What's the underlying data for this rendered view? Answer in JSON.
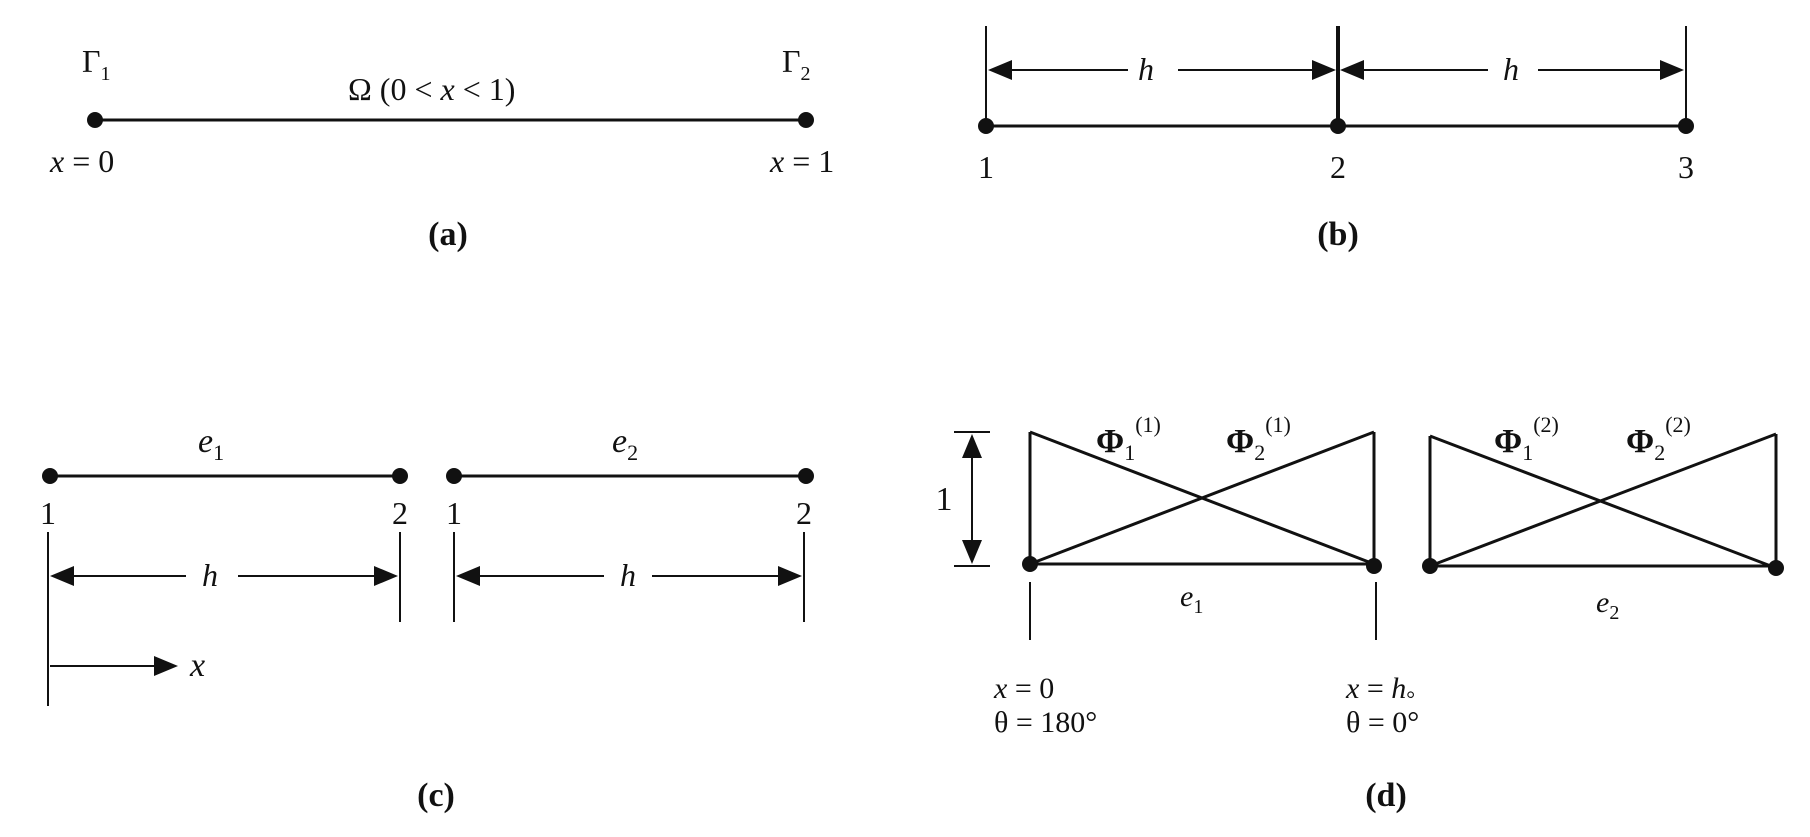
{
  "panel_a": {
    "domain_label": "Ω (0 < ",
    "domain_var": "x",
    "domain_tail": " < 1)",
    "left_boundary_symbol": "Γ",
    "left_boundary_sub": "1",
    "right_boundary_symbol": "Γ",
    "right_boundary_sub": "2",
    "left_coord_var": "x",
    "left_coord_value": " = 0",
    "right_coord_var": "x",
    "right_coord_value": " = 1",
    "caption": "(a)"
  },
  "panel_b": {
    "span_label_1": "h",
    "span_label_2": "h",
    "node_labels": [
      "1",
      "2",
      "3"
    ],
    "caption": "(b)"
  },
  "panel_c": {
    "element_1_symbol": "e",
    "element_1_sub": "1",
    "element_2_symbol": "e",
    "element_2_sub": "2",
    "element_1_node_labels": [
      "1",
      "2"
    ],
    "element_2_node_labels": [
      "1",
      "2"
    ],
    "span_label_1": "h",
    "span_label_2": "h",
    "axis_label": "x",
    "caption": "(c)"
  },
  "panel_d": {
    "height_label": "1",
    "element_1": {
      "phi_1_symbol": "Φ",
      "phi_1_sub": "1",
      "phi_1_sup": "(1)",
      "phi_2_symbol": "Φ",
      "phi_2_sub": "2",
      "phi_2_sup": "(1)",
      "label_symbol": "e",
      "label_sub": "1"
    },
    "element_2": {
      "phi_1_symbol": "Φ",
      "phi_1_sub": "1",
      "phi_1_sup": "(2)",
      "phi_2_symbol": "Φ",
      "phi_2_sub": "2",
      "phi_2_sup": "(2)",
      "label_symbol": "e",
      "label_sub": "2"
    },
    "left_coord_var": "x",
    "left_coord_value": " = 0",
    "left_angle": "θ = 180°",
    "right_coord_var": "x",
    "right_coord_eq": " = ",
    "right_coord_h": "h",
    "right_coord_deg": "°",
    "right_angle": "θ = 0°",
    "caption": "(d)"
  }
}
